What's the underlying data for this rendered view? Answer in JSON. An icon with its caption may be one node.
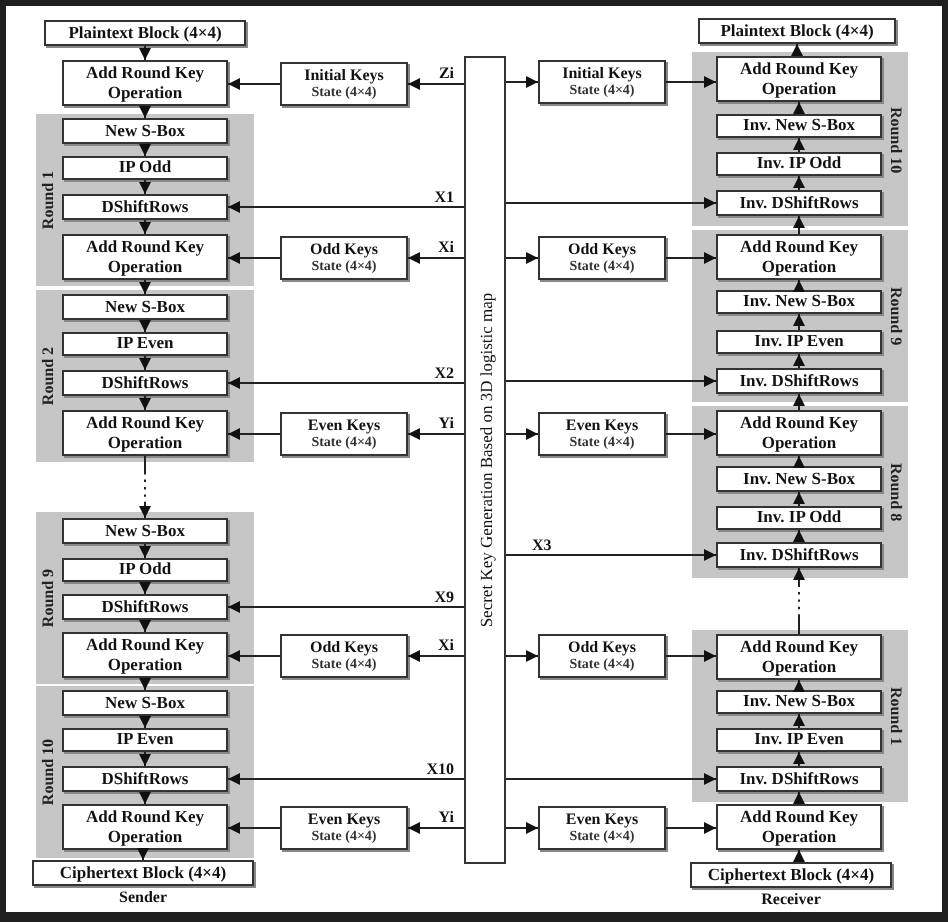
{
  "diagram": {
    "nodes": [
      {
        "text": [
          "Plaintext Block (4×4)"
        ]
      },
      {
        "text": [
          "Add Round Key Operation"
        ]
      },
      {
        "text": [
          "Round 1"
        ]
      },
      {
        "text": [
          "New S-Box"
        ],
        "in": 2
      },
      {
        "text": [
          "IP Odd"
        ],
        "in": 2
      },
      {
        "text": [
          "DShiftRows"
        ],
        "in": 2
      },
      {
        "text": [
          "Add Round Key Operation"
        ],
        "in": 2
      },
      {
        "text": [
          "Round 2"
        ]
      },
      {
        "text": [
          "New S-Box"
        ],
        "in": 7
      },
      {
        "text": [
          "IP Even"
        ],
        "in": 7
      },
      {
        "text": [
          "DShiftRows"
        ],
        "in": 7
      },
      {
        "text": [
          "Add Round Key Operation"
        ],
        "in": 7
      },
      {
        "text": [
          "Round 9"
        ]
      },
      {
        "text": [
          "New S-Box"
        ],
        "in": 12
      },
      {
        "text": [
          "IP Odd"
        ],
        "in": 12
      },
      {
        "text": [
          "DShiftRows"
        ],
        "in": 12
      },
      {
        "text": [
          "Add Round Key Operation"
        ],
        "in": 12
      },
      {
        "text": [
          "Round 10"
        ]
      },
      {
        "text": [
          "New S-Box"
        ],
        "in": 17
      },
      {
        "text": [
          "IP Even"
        ],
        "in": 17
      },
      {
        "text": [
          "DShiftRows"
        ],
        "in": 17
      },
      {
        "text": [
          "Add Round Key Operation"
        ],
        "in": 17
      },
      {
        "text": [
          "Ciphertext Block (4×4)"
        ],
        "beside": [
          "Sender"
        ]
      },
      {
        "text": [
          "Initial Keys",
          "State (4×4)"
        ]
      },
      {
        "text": [
          "Odd Keys",
          "State (4×4)"
        ]
      },
      {
        "text": [
          "Even Keys",
          "State (4×4)"
        ]
      },
      {
        "text": [
          "Odd Keys",
          "State (4×4)"
        ]
      },
      {
        "text": [
          "Even Keys",
          "State (4×4)"
        ]
      },
      {
        "text": [
          "Secret Key Generation Based on 3D logistic map"
        ]
      },
      {
        "text": [
          "Initial Keys",
          "State (4×4)"
        ]
      },
      {
        "text": [
          "Odd Keys",
          "State (4×4)"
        ]
      },
      {
        "text": [
          "Even Keys",
          "State (4×4)"
        ]
      },
      {
        "text": [
          "Odd Keys",
          "State (4×4)"
        ]
      },
      {
        "text": [
          "Even Keys",
          "State (4×4)"
        ]
      },
      {
        "text": [
          "Plaintext Block (4×4)"
        ]
      },
      {
        "text": [
          "Round 10"
        ]
      },
      {
        "text": [
          "Add Round Key Operation"
        ],
        "in": 35
      },
      {
        "text": [
          "Inv. New S-Box"
        ],
        "in": 35
      },
      {
        "text": [
          "Inv. IP Odd"
        ],
        "in": 35
      },
      {
        "text": [
          "Inv. DShiftRows"
        ],
        "in": 35
      },
      {
        "text": [
          "Round 9"
        ]
      },
      {
        "text": [
          "Add Round Key Operation"
        ],
        "in": 40
      },
      {
        "text": [
          "Inv. New S-Box"
        ],
        "in": 40
      },
      {
        "text": [
          "Inv. IP Even"
        ],
        "in": 40
      },
      {
        "text": [
          "Inv. DShiftRows"
        ],
        "in": 40
      },
      {
        "text": [
          "Round 8"
        ]
      },
      {
        "text": [
          "Add Round Key Operation"
        ],
        "in": 45
      },
      {
        "text": [
          "Inv. New S-Box"
        ],
        "in": 45
      },
      {
        "text": [
          "Inv. IP Odd"
        ],
        "in": 45
      },
      {
        "text": [
          "Inv. DShiftRows"
        ],
        "in": 45
      },
      {
        "text": [
          "Round 1"
        ]
      },
      {
        "text": [
          "Add Round Key Operation"
        ],
        "in": 50
      },
      {
        "text": [
          "Inv. New S-Box"
        ],
        "in": 50
      },
      {
        "text": [
          "Inv. IP Even"
        ],
        "in": 50
      },
      {
        "text": [
          "Inv. DShiftRows"
        ],
        "in": 50
      },
      {
        "text": [
          "Add Round Key Operation"
        ]
      },
      {
        "text": [
          "Ciphertext Block (4×4)"
        ],
        "beside": [
          "Receiver"
        ]
      }
    ],
    "edges": [
      {
        "from": 0,
        "to": 1,
        "arrow": "to"
      },
      {
        "from": 1,
        "to": 3,
        "arrow": "to"
      },
      {
        "from": 3,
        "to": 4,
        "arrow": "to"
      },
      {
        "from": 4,
        "to": 5,
        "arrow": "to"
      },
      {
        "from": 5,
        "to": 6,
        "arrow": "to"
      },
      {
        "from": 6,
        "to": 8,
        "arrow": "to"
      },
      {
        "from": 8,
        "to": 9,
        "arrow": "to"
      },
      {
        "from": 9,
        "to": 10,
        "arrow": "to"
      },
      {
        "from": 10,
        "to": 11,
        "arrow": "to"
      },
      {
        "from": 11,
        "to": 13,
        "arrow": "to",
        "style": "dashed"
      },
      {
        "from": 13,
        "to": 14,
        "arrow": "to"
      },
      {
        "from": 14,
        "to": 15,
        "arrow": "to"
      },
      {
        "from": 15,
        "to": 16,
        "arrow": "to"
      },
      {
        "from": 16,
        "to": 18,
        "arrow": "to"
      },
      {
        "from": 18,
        "to": 19,
        "arrow": "to"
      },
      {
        "from": 19,
        "to": 20,
        "arrow": "to"
      },
      {
        "from": 20,
        "to": 21,
        "arrow": "to"
      },
      {
        "from": 21,
        "to": 22,
        "arrow": "to"
      },
      {
        "from": 28,
        "to": 23,
        "arrow": "to",
        "label": "Zi"
      },
      {
        "from": 23,
        "to": 1,
        "arrow": "to"
      },
      {
        "from": 28,
        "to": 5,
        "arrow": "to",
        "label": "X1"
      },
      {
        "from": 28,
        "to": 24,
        "arrow": "to",
        "label": "Xi"
      },
      {
        "from": 24,
        "to": 6,
        "arrow": "to"
      },
      {
        "from": 28,
        "to": 10,
        "arrow": "to",
        "label": "X2"
      },
      {
        "from": 28,
        "to": 25,
        "arrow": "to",
        "label": "Yi"
      },
      {
        "from": 25,
        "to": 11,
        "arrow": "to"
      },
      {
        "from": 28,
        "to": 15,
        "arrow": "to",
        "label": "X9"
      },
      {
        "from": 28,
        "to": 26,
        "arrow": "to",
        "label": "Xi"
      },
      {
        "from": 26,
        "to": 16,
        "arrow": "to"
      },
      {
        "from": 28,
        "to": 20,
        "arrow": "to",
        "label": "X10"
      },
      {
        "from": 28,
        "to": 27,
        "arrow": "to",
        "label": "Yi"
      },
      {
        "from": 27,
        "to": 21,
        "arrow": "to"
      },
      {
        "from": 28,
        "to": 29,
        "arrow": "to"
      },
      {
        "from": 29,
        "to": 36,
        "arrow": "to"
      },
      {
        "from": 28,
        "to": 39,
        "arrow": "to"
      },
      {
        "from": 28,
        "to": 30,
        "arrow": "to"
      },
      {
        "from": 30,
        "to": 41,
        "arrow": "to"
      },
      {
        "from": 28,
        "to": 44,
        "arrow": "to"
      },
      {
        "from": 28,
        "to": 31,
        "arrow": "to"
      },
      {
        "from": 31,
        "to": 46,
        "arrow": "to"
      },
      {
        "from": 28,
        "to": 49,
        "arrow": "to",
        "label": "X3"
      },
      {
        "from": 28,
        "to": 32,
        "arrow": "to"
      },
      {
        "from": 32,
        "to": 51,
        "arrow": "to"
      },
      {
        "from": 28,
        "to": 54,
        "arrow": "to"
      },
      {
        "from": 28,
        "to": 33,
        "arrow": "to"
      },
      {
        "from": 33,
        "to": 55,
        "arrow": "to"
      },
      {
        "from": 56,
        "to": 55,
        "arrow": "to"
      },
      {
        "from": 55,
        "to": 54,
        "arrow": "to"
      },
      {
        "from": 54,
        "to": 53,
        "arrow": "to"
      },
      {
        "from": 53,
        "to": 52,
        "arrow": "to"
      },
      {
        "from": 52,
        "to": 51,
        "arrow": "to"
      },
      {
        "from": 51,
        "to": 49,
        "arrow": "to",
        "style": "dashed"
      },
      {
        "from": 49,
        "to": 48,
        "arrow": "to"
      },
      {
        "from": 48,
        "to": 47,
        "arrow": "to"
      },
      {
        "from": 47,
        "to": 46,
        "arrow": "to"
      },
      {
        "from": 46,
        "to": 44,
        "arrow": "to"
      },
      {
        "from": 44,
        "to": 43,
        "arrow": "to"
      },
      {
        "from": 43,
        "to": 42,
        "arrow": "to"
      },
      {
        "from": 42,
        "to": 41,
        "arrow": "to"
      },
      {
        "from": 41,
        "to": 39,
        "arrow": "to"
      },
      {
        "from": 39,
        "to": 38,
        "arrow": "to"
      },
      {
        "from": 38,
        "to": 37,
        "arrow": "to"
      },
      {
        "from": 37,
        "to": 36,
        "arrow": "to"
      },
      {
        "from": 36,
        "to": 34,
        "arrow": "to"
      }
    ]
  }
}
